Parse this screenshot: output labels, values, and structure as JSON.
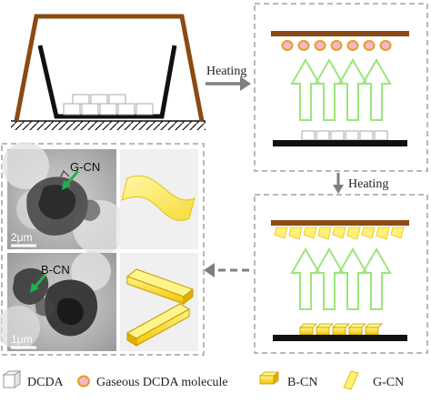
{
  "steps": {
    "heating_1": "Heating",
    "heating_2": "Heating"
  },
  "tem": {
    "top": {
      "label": "G-CN",
      "scale": "2μm"
    },
    "bottom": {
      "label": "B-CN",
      "scale": "1μm"
    }
  },
  "legend": {
    "dcda": "DCDA",
    "gaseous": "Gaseous DCDA molecule",
    "bcn": "B-CN",
    "gcn": "G-CN"
  },
  "colors": {
    "crucible": "#8b4a12",
    "lid": "#8b4a12",
    "substrate": "#111111",
    "arrow_heat": "#9be67a",
    "molecule_fill": "#f4b6c8",
    "molecule_stroke": "#e8a020",
    "bcn_fill": "#ffe600",
    "gcn_fill": "#fff07a",
    "dashed_box": "#b8b8b8",
    "flow_arrow": "#7f7f7f"
  }
}
